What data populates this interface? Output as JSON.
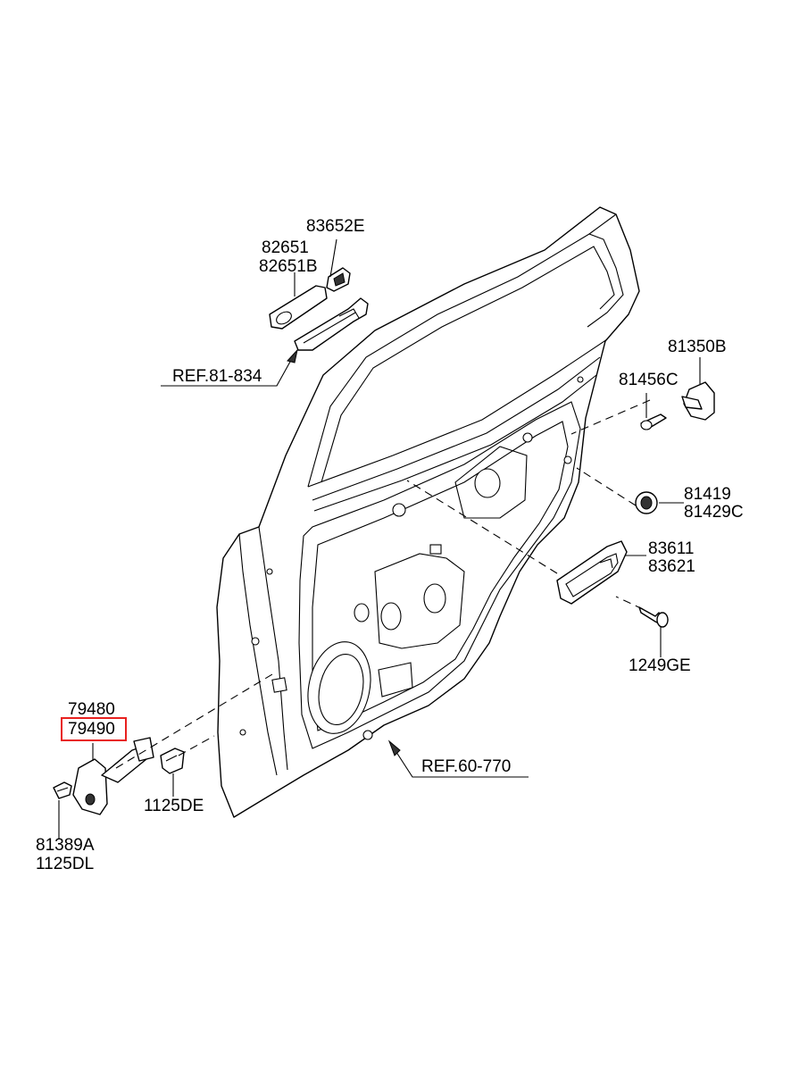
{
  "diagram": {
    "labels": {
      "p83652E": "83652E",
      "p82651": "82651",
      "p82651B": "82651B",
      "ref81834": "REF.81-834",
      "p81350B": "81350B",
      "p81456C": "81456C",
      "p81419": "81419",
      "p81429C": "81429C",
      "p83611": "83611",
      "p83621": "83621",
      "p1249GE": "1249GE",
      "p79480": "79480",
      "p79490": "79490",
      "p1125DE": "1125DE",
      "ref60770": "REF.60-770",
      "p81389A": "81389A",
      "p1125DL": "1125DL"
    },
    "highlighted_part": "79490",
    "highlight_color": "#e8211f"
  }
}
